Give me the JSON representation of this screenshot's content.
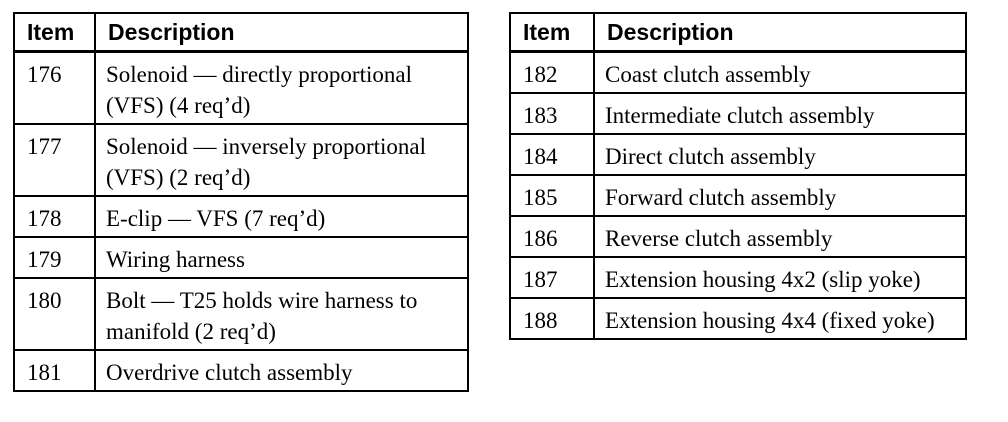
{
  "left_table": {
    "headers": {
      "item": "Item",
      "description": "Description"
    },
    "rows": [
      {
        "item": "176",
        "description": "Solenoid — directly proportional (VFS) (4 req’d)"
      },
      {
        "item": "177",
        "description": "Solenoid — inversely proportional (VFS) (2 req’d)"
      },
      {
        "item": "178",
        "description": "E-clip — VFS (7 req’d)"
      },
      {
        "item": "179",
        "description": "Wiring harness"
      },
      {
        "item": "180",
        "description": "Bolt — T25 holds wire harness to manifold (2 req’d)"
      },
      {
        "item": "181",
        "description": "Overdrive clutch assembly"
      }
    ]
  },
  "right_table": {
    "headers": {
      "item": "Item",
      "description": "Description"
    },
    "rows": [
      {
        "item": "182",
        "description": "Coast clutch assembly"
      },
      {
        "item": "183",
        "description": "Intermediate clutch assembly"
      },
      {
        "item": "184",
        "description": "Direct clutch assembly"
      },
      {
        "item": "185",
        "description": "Forward clutch assembly"
      },
      {
        "item": "186",
        "description": "Reverse clutch assembly"
      },
      {
        "item": "187",
        "description": "Extension housing 4x2 (slip yoke)"
      },
      {
        "item": "188",
        "description": "Extension housing 4x4 (fixed yoke)"
      }
    ]
  }
}
